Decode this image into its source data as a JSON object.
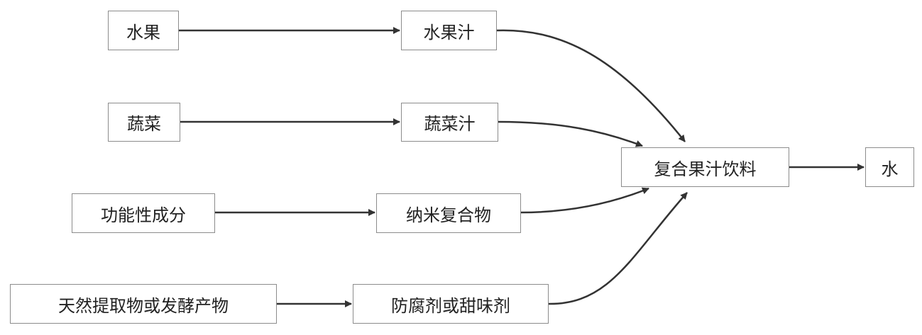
{
  "diagram": {
    "nodes": {
      "fruit": "水果",
      "fruit_juice": "水果汁",
      "vegetable": "蔬菜",
      "vegetable_juice": "蔬菜汁",
      "functional": "功能性成分",
      "nano": "纳米复合物",
      "natural": "天然提取物或发酵产物",
      "preservative": "防腐剂或甜味剂",
      "compound_drink": "复合果汁饮料",
      "water": "水"
    },
    "edges": [
      {
        "from": "fruit",
        "to": "fruit_juice"
      },
      {
        "from": "vegetable",
        "to": "vegetable_juice"
      },
      {
        "from": "functional",
        "to": "nano"
      },
      {
        "from": "natural",
        "to": "preservative"
      },
      {
        "from": "fruit_juice",
        "to": "compound_drink"
      },
      {
        "from": "vegetable_juice",
        "to": "compound_drink"
      },
      {
        "from": "nano",
        "to": "compound_drink"
      },
      {
        "from": "preservative",
        "to": "compound_drink"
      },
      {
        "from": "compound_drink",
        "to": "water"
      }
    ],
    "colors": {
      "box_border": "#8c8c8c",
      "arrow": "#333333",
      "text": "#222222"
    }
  }
}
